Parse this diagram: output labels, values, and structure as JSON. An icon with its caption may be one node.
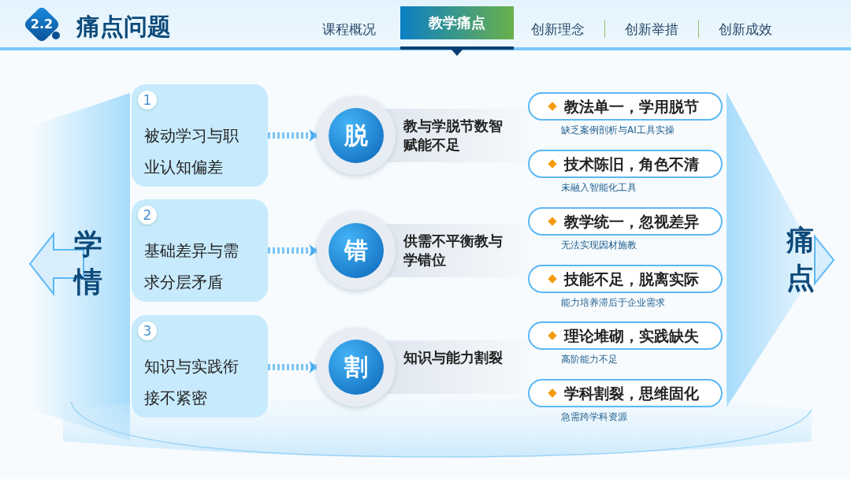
{
  "diagram": {
    "title": "痛点问题",
    "nodes": [
      {
        "text": [
          "学情"
        ]
      },
      {
        "text": [
          "1",
          "被动学习与职业认知偏差"
        ]
      },
      {
        "text": [
          "2",
          "基础差异与需求分层矛盾"
        ]
      },
      {
        "text": [
          "3",
          "知识与实践衔接不紧密"
        ]
      },
      {
        "text": [
          "脱"
        ],
        "beside": [
          "教与学脱节数智赋能不足"
        ]
      },
      {
        "text": [
          "错"
        ],
        "beside": [
          "供需不平衡教与学错位"
        ]
      },
      {
        "text": [
          "割"
        ],
        "beside": [
          "知识与能力割裂"
        ]
      },
      {
        "text": [
          "教法单一，学用脱节"
        ],
        "beside": [
          "缺乏案例剖析与AI工具实操"
        ]
      },
      {
        "text": [
          "技术陈旧，角色不清"
        ],
        "beside": [
          "未融入智能化工具"
        ]
      },
      {
        "text": [
          "教学统一，忽视差异"
        ],
        "beside": [
          "无法实现因材施教"
        ]
      },
      {
        "text": [
          "技能不足，脱离实际"
        ],
        "beside": [
          "能力培养滞后于企业需求"
        ]
      },
      {
        "text": [
          "理论堆砌，实践缺失"
        ],
        "beside": [
          "高阶能力不足"
        ]
      },
      {
        "text": [
          "学科割裂，思维固化"
        ],
        "beside": [
          "急需跨学科资源"
        ]
      },
      {
        "text": [
          "痛点"
        ]
      }
    ],
    "edges": [
      {
        "from": 1,
        "to": 4,
        "arrow": "to",
        "style": "dashed"
      },
      {
        "from": 2,
        "to": 5,
        "arrow": "to",
        "style": "dashed"
      },
      {
        "from": 3,
        "to": 6,
        "arrow": "to",
        "style": "dashed"
      }
    ],
    "labels": [
      "2.2",
      "课程概况",
      "教学痛点",
      "创新理念",
      "创新举措",
      "创新成效"
    ]
  }
}
